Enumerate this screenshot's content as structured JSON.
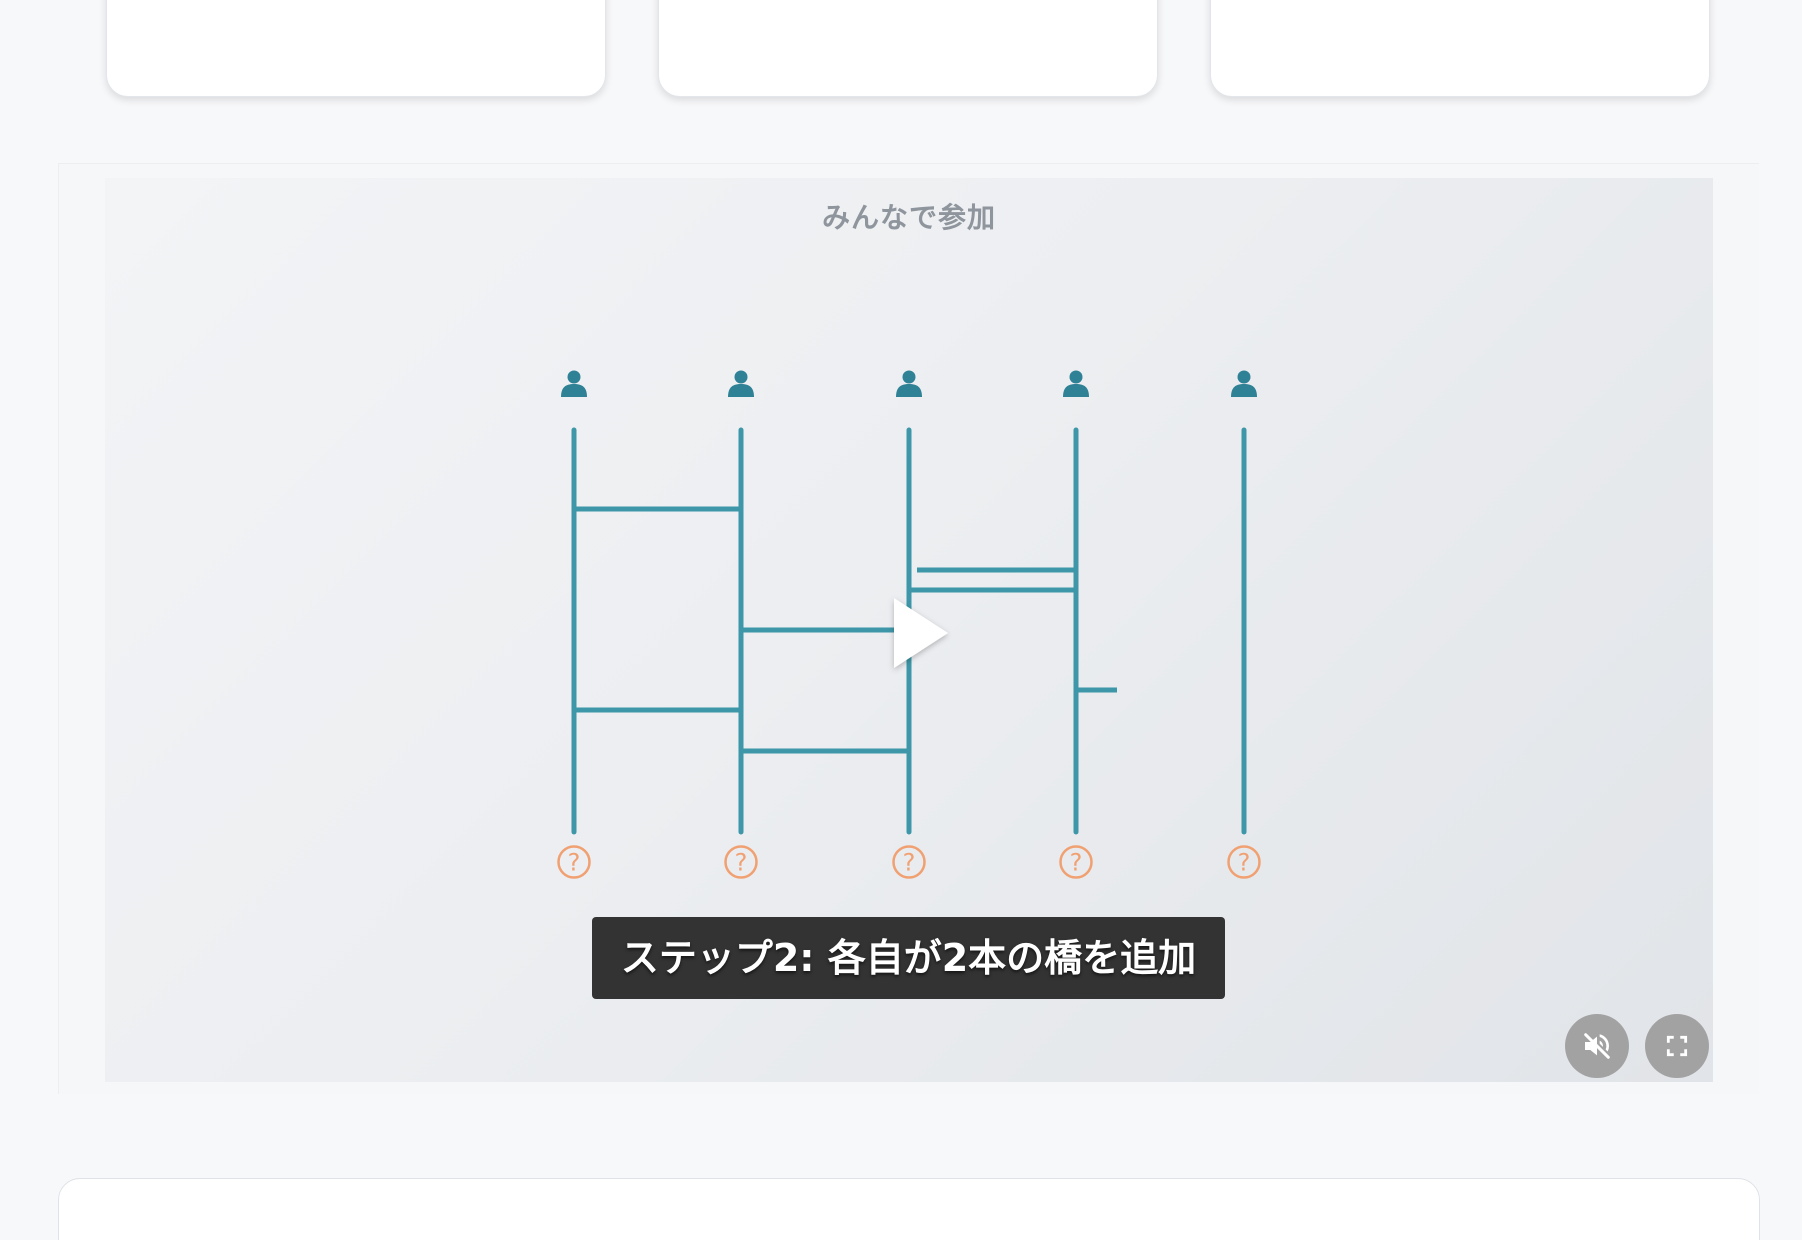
{
  "video": {
    "title": "みんなで参加",
    "caption": "ステップ2: 各自が2本の橋を追加",
    "play_icon": "play-icon",
    "controls": {
      "mute_icon": "volume-muted-icon",
      "fullscreen_icon": "fullscreen-icon"
    }
  },
  "diagram": {
    "players": 5,
    "top_icon": "person-icon",
    "bottom_icon": "question-circle-icon",
    "bottom_label": "?",
    "colors": {
      "line": "#3d97a8",
      "person": "#2f8196",
      "question": "#f0a071"
    }
  }
}
